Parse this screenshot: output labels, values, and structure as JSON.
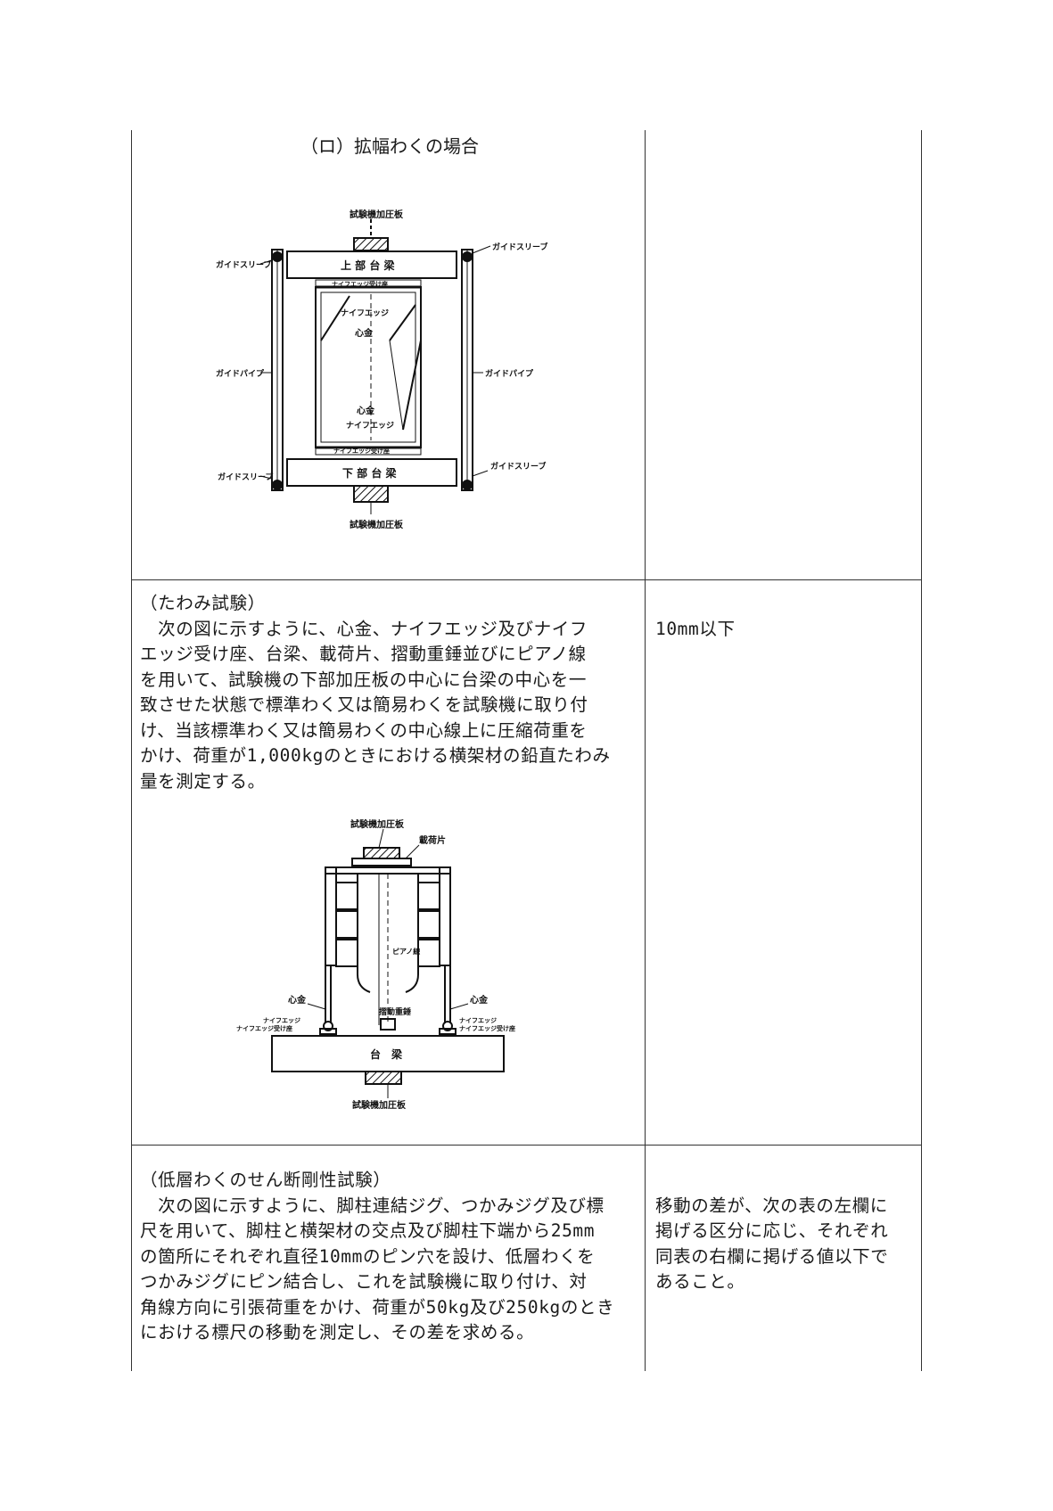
{
  "figure_a": {
    "caption": "（ロ）拡幅わくの場合",
    "labels": {
      "top_plate": "試験機加圧板",
      "guide_sleeve_tr": "ガイドスリーブ",
      "guide_sleeve_tl": "ガイドスリーブ",
      "upper_beam": "上 部 台 梁",
      "knife_seat_top": "ナイフエッジ受け座",
      "knife_edge_top": "ナイフエッジ",
      "core_top": "心金",
      "guide_pipe_l": "ガイドパイプ",
      "guide_pipe_r": "ガイドパイプ",
      "core_bottom": "心金",
      "knife_edge_bottom": "ナイフエッジ",
      "knife_seat_bottom": "ナイフエッジ受け座",
      "guide_sleeve_bl": "ガイドスリーブ",
      "guide_sleeve_br": "ガイドスリーブ",
      "lower_beam": "下 部 台 梁",
      "bottom_plate": "試験機加圧板"
    }
  },
  "row_deflection": {
    "heading": "（たわみ試験）",
    "lines": [
      "　次の図に示すように、心金、ナイフエッジ及びナイフ",
      "エッジ受け座、台梁、載荷片、摺動重錘並びにピアノ線",
      "を用いて、試験機の下部加圧板の中心に台梁の中心を一",
      "致させた状態で標準わく又は簡易わくを試験機に取り付",
      "け、当該標準わく又は簡易わくの中心線上に圧縮荷重を",
      "かけ、荷重が1,000kgのときにおける横架材の鉛直たわみ",
      "量を測定する。"
    ],
    "criterion": "10mm以下"
  },
  "figure_b": {
    "labels": {
      "top_plate": "試験機加圧板",
      "load_piece": "載荷片",
      "piano_wire": "ピアノ線",
      "core_l": "心金",
      "core_r": "心金",
      "sliding_weight": "摺動重錘",
      "knife_edge_l": "ナイフエッジ",
      "knife_seat_l": "ナイフエッジ受け座",
      "knife_edge_r": "ナイフエッジ",
      "knife_seat_r": "ナイフエッジ受け座",
      "beam": "台　梁",
      "bottom_plate": "試験機加圧板"
    }
  },
  "row_shear": {
    "heading": "（低層わくのせん断剛性試験）",
    "lines": [
      "　次の図に示すように、脚柱連結ジグ、つかみジグ及び標",
      "尺を用いて、脚柱と横架材の交点及び脚柱下端から25mm",
      "の箇所にそれぞれ直径10mmのピン穴を設け、低層わくを",
      "つかみジグにピン結合し、これを試験機に取り付け、対",
      "角線方向に引張荷重をかけ、荷重が50kg及び250kgのとき",
      "における標尺の移動を測定し、その差を求める。"
    ],
    "criterion_lines": [
      "移動の差が、次の表の左欄に",
      "掲げる区分に応じ、それぞれ",
      "同表の右欄に掲げる値以下で",
      "あること。"
    ]
  }
}
